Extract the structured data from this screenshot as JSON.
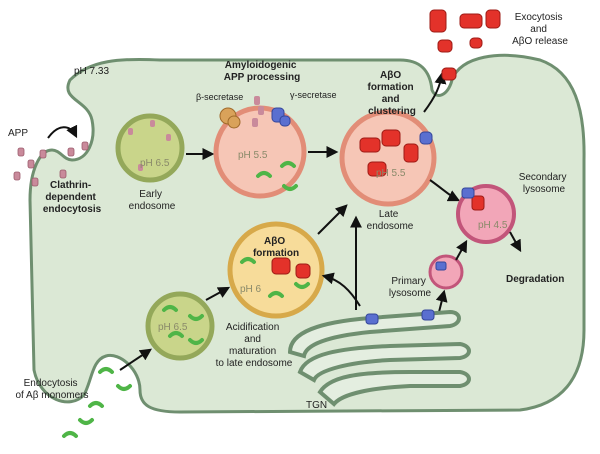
{
  "labels": {
    "app": "APP",
    "ph_cell": "pH 7.33",
    "clathrin": [
      "Clathrin-",
      "dependent",
      "endocytosis"
    ],
    "early_endosome": [
      "Early",
      "endosome"
    ],
    "ph_early": "pH 6.5",
    "amyloidogenic": [
      "Amyloidogenic",
      "APP processing"
    ],
    "beta_secretase": "β-secretase",
    "gamma_secretase": "γ-secretase",
    "ph_55a": "pH 5.5",
    "abo_cluster": [
      "AβO",
      "formation",
      "and",
      "clustering"
    ],
    "ph_55b": "pH 5.5",
    "late_endosome": [
      "Late",
      "endosome"
    ],
    "exocytosis": [
      "Exocytosis",
      "and",
      "AβO release"
    ],
    "secondary_lysosome": [
      "Secondary",
      "lysosome"
    ],
    "ph_45": "pH 4.5",
    "degradation": "Degradation",
    "primary_lysosome": [
      "Primary",
      "lysosome"
    ],
    "abo_formation": [
      "AβO",
      "formation"
    ],
    "ph_6": "pH 6",
    "ph_65b": "pH 6.5",
    "acidification": [
      "Acidification",
      "and",
      "maturation",
      "to late endosome"
    ],
    "endocytosis_monomers": [
      "Endocytosis",
      "of Aβ monomers"
    ],
    "tgn": "TGN"
  },
  "colors": {
    "cell_fill": "#dbe8d5",
    "cell_stroke": "#6f8f70",
    "early_endo": "#c9d58a",
    "early_endo_stroke": "#94a85a",
    "pink_endo": "#f6c6b6",
    "pink_endo_stroke": "#e28d77",
    "yellow_endo": "#f7dc9a",
    "yellow_endo_stroke": "#d7a94a",
    "lysosome": "#f2a6b8",
    "lysosome_stroke": "#c2557a",
    "monomer": "#4fb547",
    "oligomer": "#e3322a",
    "secretase": "#5a6fd0",
    "app_protein": "#c98a9b",
    "tgn_fill": "#e4eee0"
  }
}
